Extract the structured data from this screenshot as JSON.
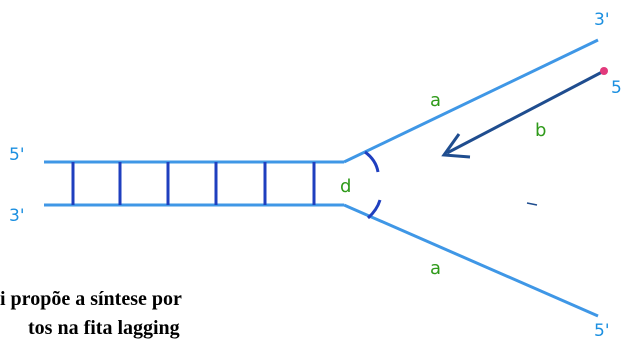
{
  "colors": {
    "strand": "#3f97e6",
    "rung": "#1f3fbf",
    "primer_arrow": "#1f4d8f",
    "dot": "#e23a7c",
    "end_label": "#1b8fe0",
    "strand_label": "#2f9a1a",
    "caption": "#000000"
  },
  "labels": {
    "left_top_end": "5'",
    "left_bottom_end": "3'",
    "upper_right_end": "3'",
    "upper_right_dot_end": "5",
    "lower_right_end": "5'",
    "upper_strand": "a",
    "lower_strand": "a",
    "primer": "b",
    "fork": "d"
  },
  "caption": {
    "line1": "i propõe a síntese por",
    "line2": "tos na fita lagging"
  }
}
